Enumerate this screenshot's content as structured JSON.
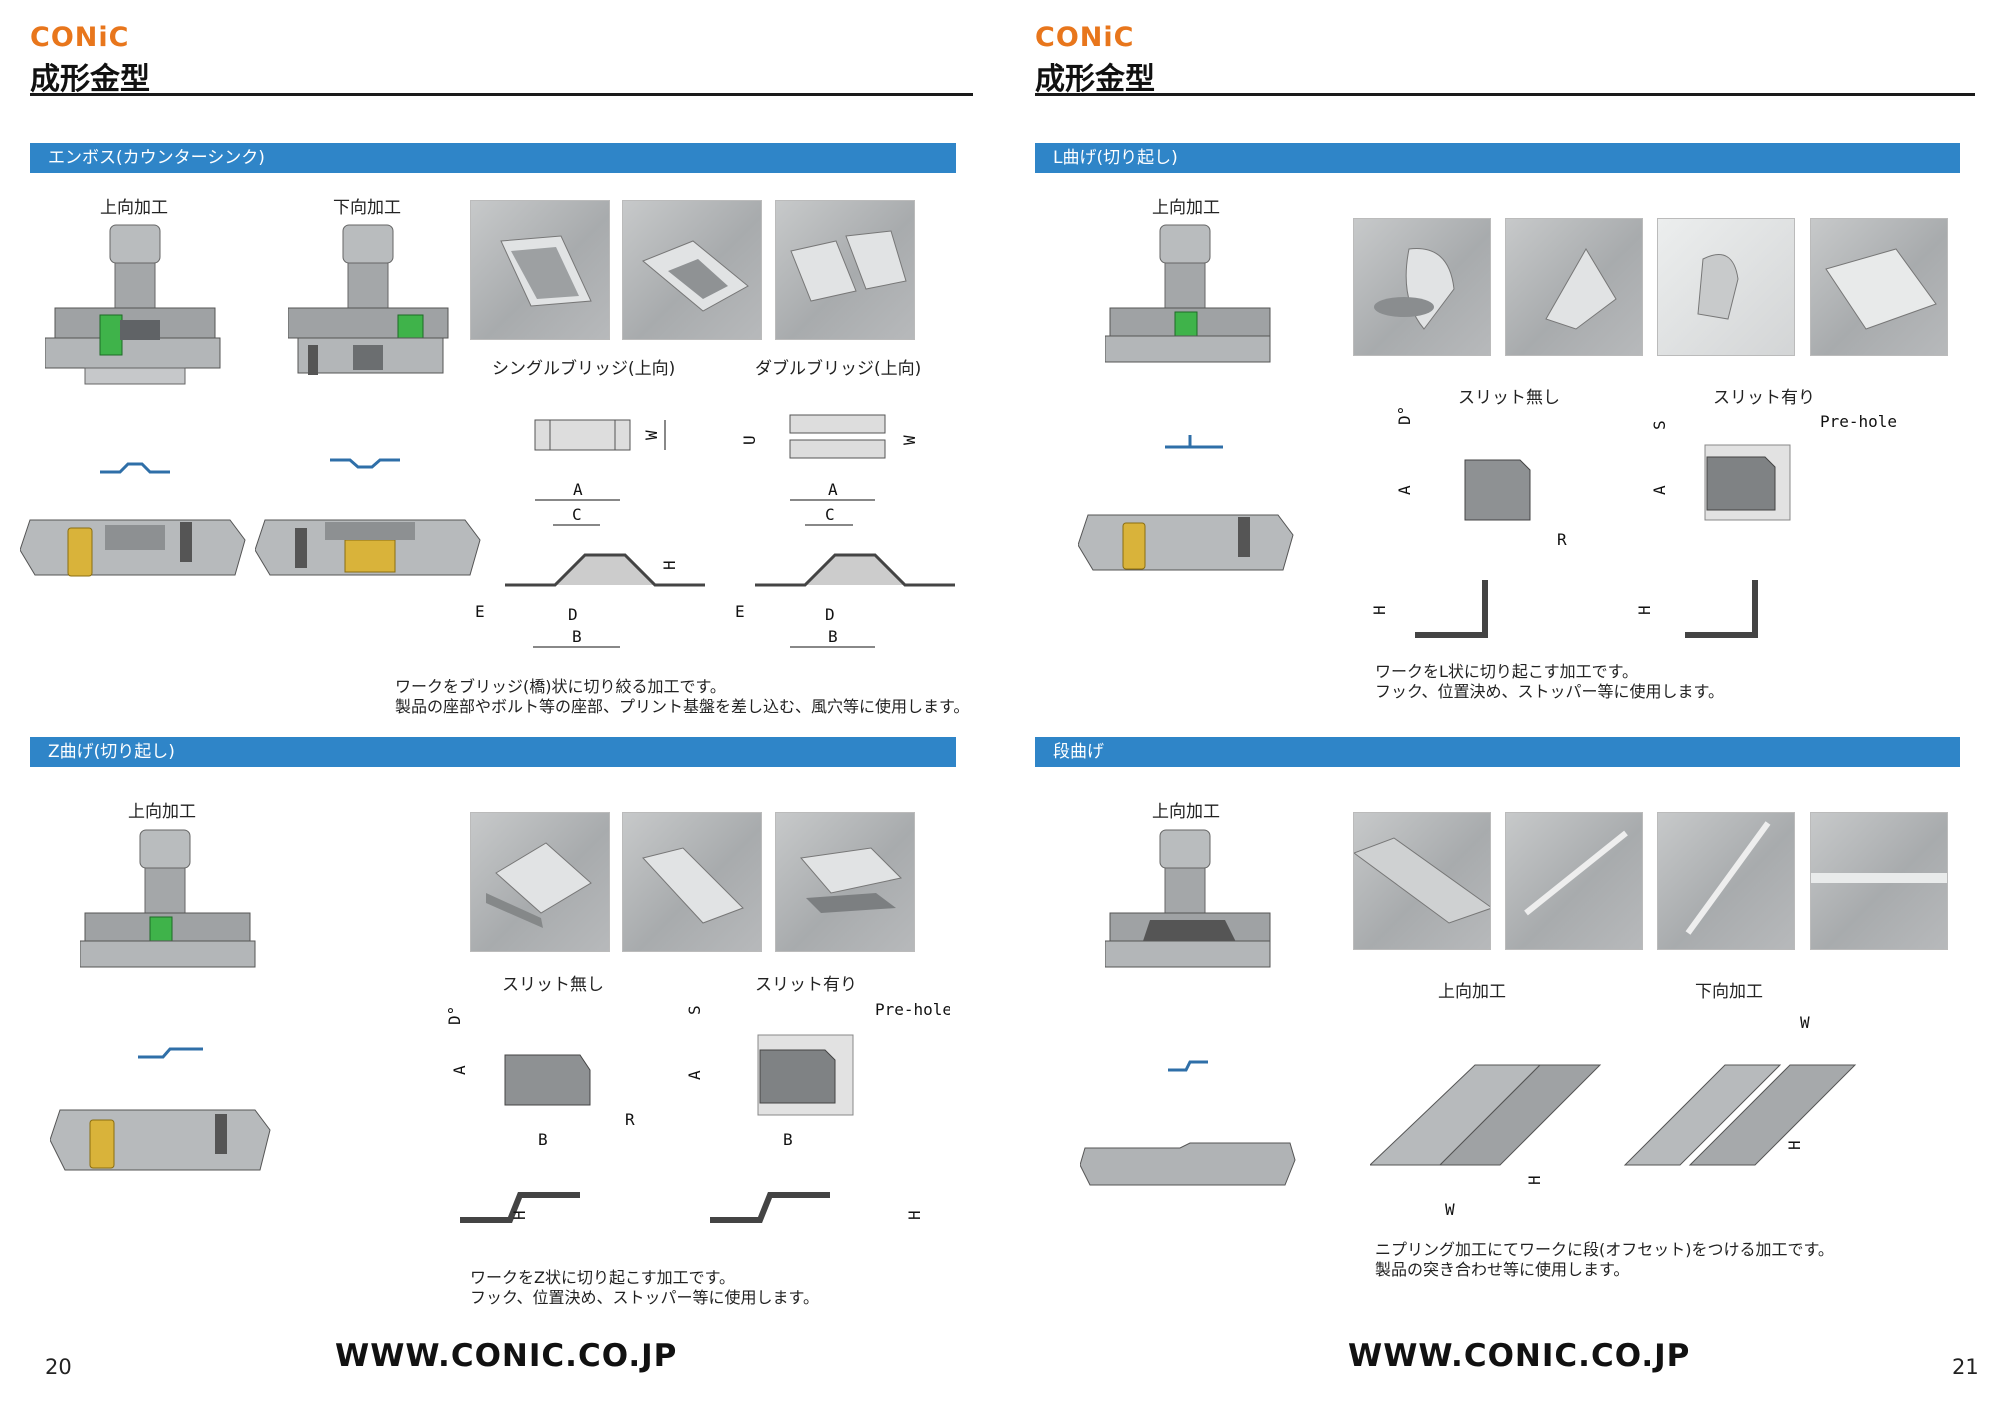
{
  "left": {
    "logo": "CONiC",
    "title": "成形金型",
    "sections": {
      "emboss": {
        "band": "エンボス(カウンターシンク)",
        "up_label": "上向加工",
        "down_label": "下向加工",
        "single_label": "シングルブリッジ(上向)",
        "double_label": "ダブルブリッジ(上向)",
        "desc_line1": "ワークをブリッジ(橋)状に切り絞る加工です。",
        "desc_line2": "製品の座部やボルト等の座部、プリント基盤を差し込む、風穴等に使用します。",
        "dims": {
          "A": "A",
          "B": "B",
          "C": "C",
          "D": "D",
          "E": "E",
          "H": "H",
          "U": "U",
          "W": "W"
        }
      },
      "zbend": {
        "band": "Z曲げ(切り起し)",
        "up_label": "上向加工",
        "noslit_label": "スリット無し",
        "slit_label": "スリット有り",
        "prehole": "Pre-hole",
        "desc_line1": "ワークをZ状に切り起こす加工です。",
        "desc_line2": "フック、位置決め、ストッパー等に使用します。",
        "dims": {
          "A": "A",
          "B": "B",
          "D": "D°",
          "H": "H",
          "R": "R",
          "S": "S"
        }
      }
    },
    "url": "WWW.CONIC.CO.JP",
    "page": "20"
  },
  "right": {
    "logo": "CONiC",
    "title": "成形金型",
    "sections": {
      "lbend": {
        "band": "L曲げ(切り起し)",
        "up_label": "上向加工",
        "noslit_label": "スリット無し",
        "slit_label": "スリット有り",
        "prehole": "Pre-hole",
        "desc_line1": "ワークをL状に切り起こす加工です。",
        "desc_line2": "フック、位置決め、ストッパー等に使用します。",
        "dims": {
          "A": "A",
          "D": "D°",
          "H": "H",
          "R": "R",
          "S": "S"
        }
      },
      "step": {
        "band": "段曲げ",
        "up_label": "上向加工",
        "up2_label": "上向加工",
        "down_label": "下向加工",
        "desc_line1": "ニプリング加工にてワークに段(オフセット)をつける加工です。",
        "desc_line2": "製品の突き合わせ等に使用します。",
        "dims": {
          "H": "H",
          "W": "W"
        }
      }
    },
    "url": "WWW.CONIC.CO.JP",
    "page": "21"
  },
  "colors": {
    "accent": "#2f85c8",
    "logo": "#e8761c",
    "spring": "#3fb34a",
    "brass": "#d9b33a"
  }
}
